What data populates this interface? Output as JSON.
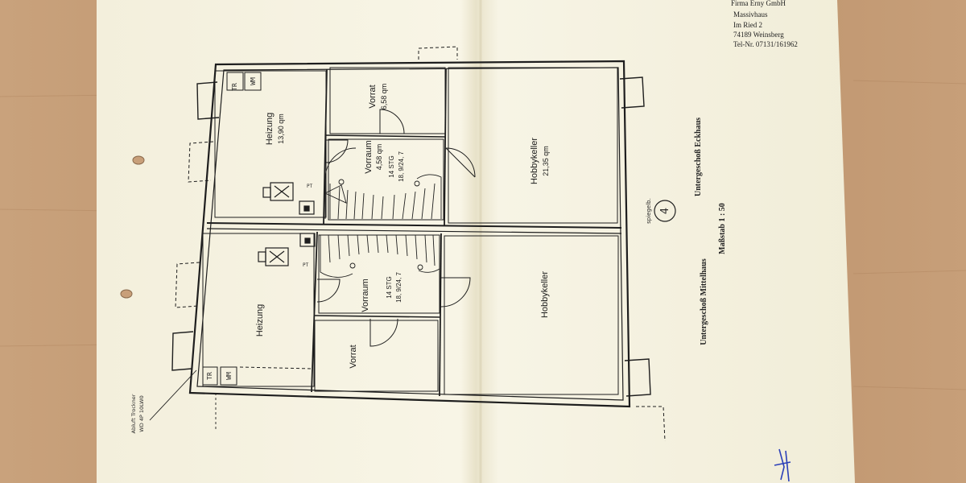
{
  "company": {
    "name": "Firma Erny GmbH",
    "type": "Massivhaus",
    "street": "Im Ried 2",
    "city": "74189 Weinsberg",
    "phone": "Tel-Nr. 07131/161962"
  },
  "plan": {
    "title_upper": "Untergeschoß Eckhaus",
    "title_lower": "Untergeschoß Mittelhaus",
    "scale": "Maßstab 1 : 50",
    "circle_number": "4",
    "mirror_note": "spiegelb.",
    "vent_note_1": "Abluft Trockner",
    "vent_note_2": "WD 4P 10LW0"
  },
  "top_unit": {
    "heizung": {
      "name": "Heizung",
      "area": "13,90 qm"
    },
    "vorrat": {
      "name": "Vorrat",
      "area": "6,58 qm"
    },
    "vorraum": {
      "name": "Vorraum",
      "area": "4,58 qm"
    },
    "stair": {
      "steps": "14 STG",
      "rise": "18, 9/24, 7"
    },
    "hobby": {
      "name": "Hobbykeller",
      "area": "21,35 qm"
    },
    "tr": "TR",
    "wm": "WM",
    "pt": "PT"
  },
  "bottom_unit": {
    "heizung": {
      "name": "Heizung"
    },
    "vorrat": {
      "name": "Vorrat"
    },
    "vorraum": {
      "name": "Vorraum"
    },
    "stair": {
      "steps": "14 STG",
      "rise": "18, 9/24, 7"
    },
    "hobby": {
      "name": "Hobbykeller"
    },
    "tr": "TR",
    "wm": "WM",
    "pt": "PT"
  },
  "colors": {
    "background_left": "#c29a75",
    "background_right": "#b58a63",
    "paper": "#f6f3e4",
    "paper_shadow": "#e7e1c8",
    "ink": "#1e1e1e",
    "signature": "#2b3fb8"
  }
}
